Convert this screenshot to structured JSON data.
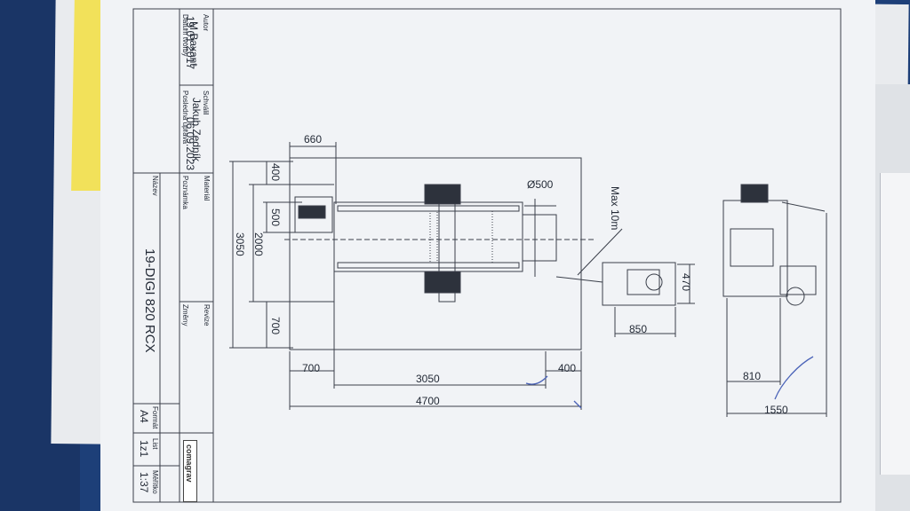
{
  "title_block": {
    "author_label": "Autor",
    "author": "M.Baxant",
    "created_label": "Datum tvorby",
    "created_date": "19.01.2017",
    "revised_by_label": "Schválil",
    "revised_by": "Jakub Zedník",
    "revised_label": "Posledná úprava",
    "revised_date": "06.09.2023",
    "drawing_title": "19-DIGI 820 RCX",
    "format": "A4",
    "sheet": "1z1",
    "scale": "1:37",
    "format_label": "Formát",
    "sheet_label": "List",
    "scale_label": "Měřítko",
    "name_label": "Název",
    "material_label": "Materiál",
    "changes_label": "Změny",
    "revision_label": "Revize",
    "info_label": "Poznámka",
    "logo_text": "comagrav"
  },
  "dimensions": {
    "top_660": "660",
    "left_400": "400",
    "left_500": "500",
    "left_2000": "2000",
    "left_3050": "3050",
    "left_700": "700",
    "diameter_500": "Ø500",
    "max_hose": "Max 10m",
    "blower_470": "470",
    "blower_850": "850",
    "bottom_700": "700",
    "bottom_400": "400",
    "bottom_3050": "3050",
    "bottom_4700": "4700",
    "side_810": "810",
    "side_1550": "1550"
  },
  "colors": {
    "line": "#3a3f4a",
    "sheet": "#f1f3f6",
    "desk": "#1d3f78",
    "sticky": "#f2e15a",
    "accent": "#e26a1d"
  }
}
